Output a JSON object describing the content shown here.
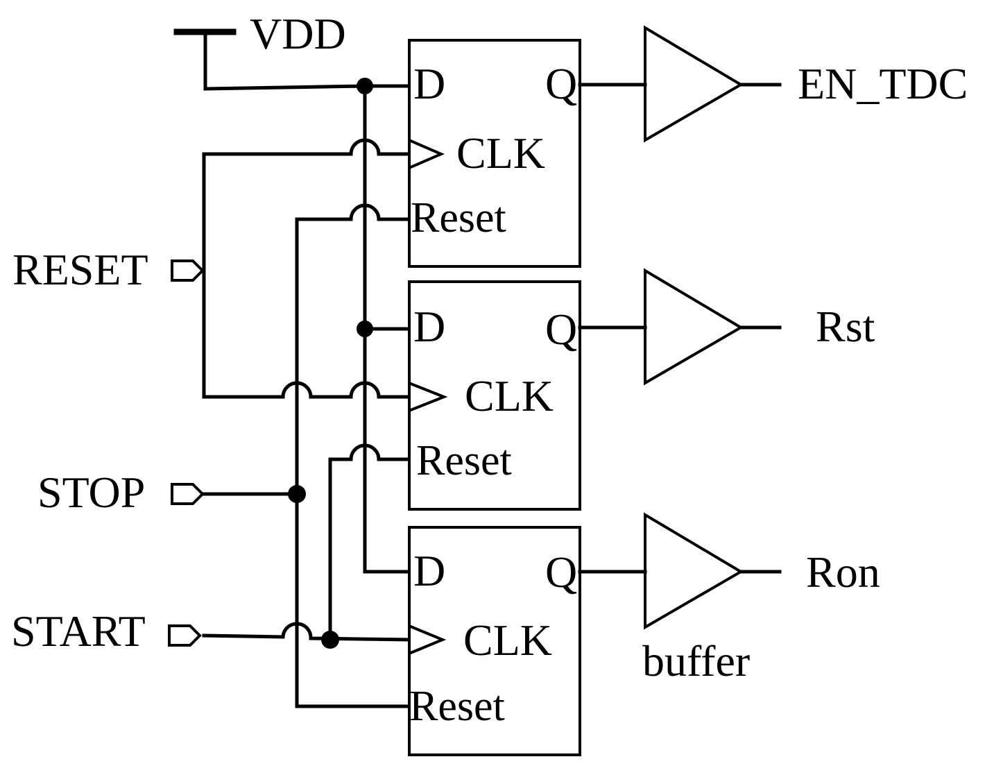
{
  "supply": {
    "label": "VDD"
  },
  "inputs": {
    "reset": {
      "label": "RESET",
      "color": "#000000"
    },
    "stop": {
      "label": "STOP",
      "color": "#ee1c24"
    },
    "start": {
      "label": "START",
      "color": "#1aa64b"
    }
  },
  "flip_flops": [
    {
      "d": "D",
      "q": "Q",
      "clk": "CLK",
      "reset": "Reset"
    },
    {
      "d": "D",
      "q": "Q",
      "clk": "CLK",
      "reset": "Reset"
    },
    {
      "d": "D",
      "q": "Q",
      "clk": "CLK",
      "reset": "Reset"
    }
  ],
  "outputs": [
    {
      "label": "EN_TDC"
    },
    {
      "label": "Rst"
    },
    {
      "label": "Ron"
    }
  ],
  "buffer_label": "buffer"
}
